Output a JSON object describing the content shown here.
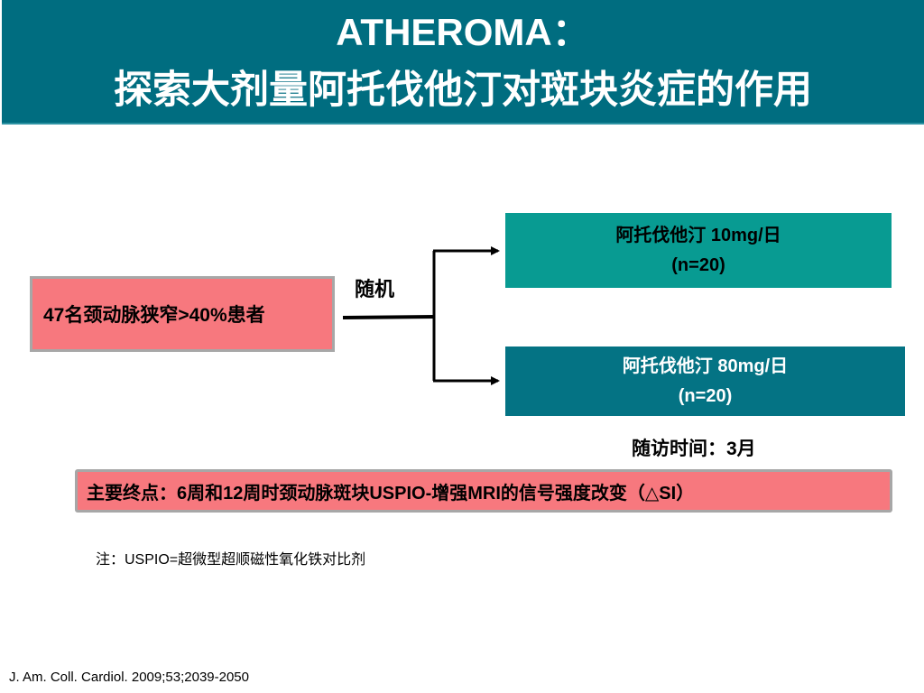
{
  "slide": {
    "title_line1": "ATHEROMA：",
    "title_line2": "探索大剂量阿托伐他汀对斑块炎症的作用",
    "colors": {
      "title_bg": "#006d80",
      "pink": "#f7787e",
      "teal": "#089b92",
      "dark_teal": "#047384"
    }
  },
  "diagram": {
    "patients": "47名颈动脉狭窄>40%患者",
    "random_label": "随机",
    "arm_low": {
      "drug": "阿托伐他汀 10mg/日",
      "n": "(n=20)"
    },
    "arm_high": {
      "drug": "阿托伐他汀 80mg/日",
      "n": "(n=20)"
    },
    "followup": "随访时间：3月",
    "endpoint": "主要终点：6周和12周时颈动脉斑块USPIO-增强MRI的信号强度改变（△SI）"
  },
  "note": "注：USPIO=超微型超顺磁性氧化铁对比剂",
  "citation": "J. Am. Coll. Cardiol. 2009;53;2039-2050"
}
